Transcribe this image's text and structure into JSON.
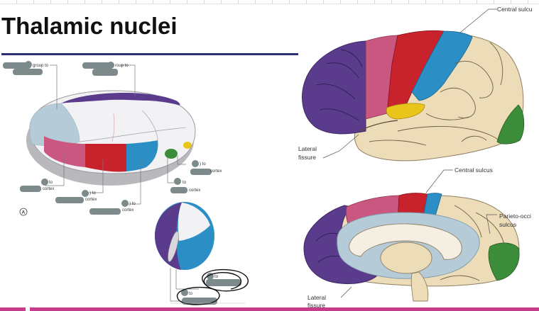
{
  "slide": {
    "title": "Thalamic nuclei"
  },
  "figure": {
    "panel_label": "A",
    "thalamus_labels": {
      "top_left": "group to",
      "top_center": "roup to",
      "bottom_a_line1": "to",
      "bottom_a_line2": "cortex",
      "bottom_b_line1": ") to",
      "bottom_b_line2": "cortex",
      "bottom_c_line1": ") to",
      "bottom_c_line2": "cortex",
      "right_a_line1": ") to",
      "right_a_line2": "cortex",
      "right_b_line1": "to",
      "right_b_line2": "cortex",
      "small_a": "to",
      "small_b": "to"
    },
    "brain_labels": {
      "lateral_top": "Central sulcu",
      "lateral_fissure_1": "Lateral",
      "lateral_fissure_2": "fissure",
      "medial_top": "Central sulcus",
      "parieto_1": "Parieto-occi",
      "parieto_2": "sulcus",
      "medial_lateral_1": "Lateral",
      "medial_lateral_2": "fissure"
    }
  },
  "colors": {
    "purple": "#5b3b8c",
    "pink": "#c9577f",
    "red": "#c8232c",
    "blue": "#2b8fc6",
    "yellow": "#e9c51a",
    "green": "#3c8d3a",
    "tan": "#eddcb8",
    "light_blue": "#b5ccd8",
    "redaction": "#7d8a8c"
  }
}
